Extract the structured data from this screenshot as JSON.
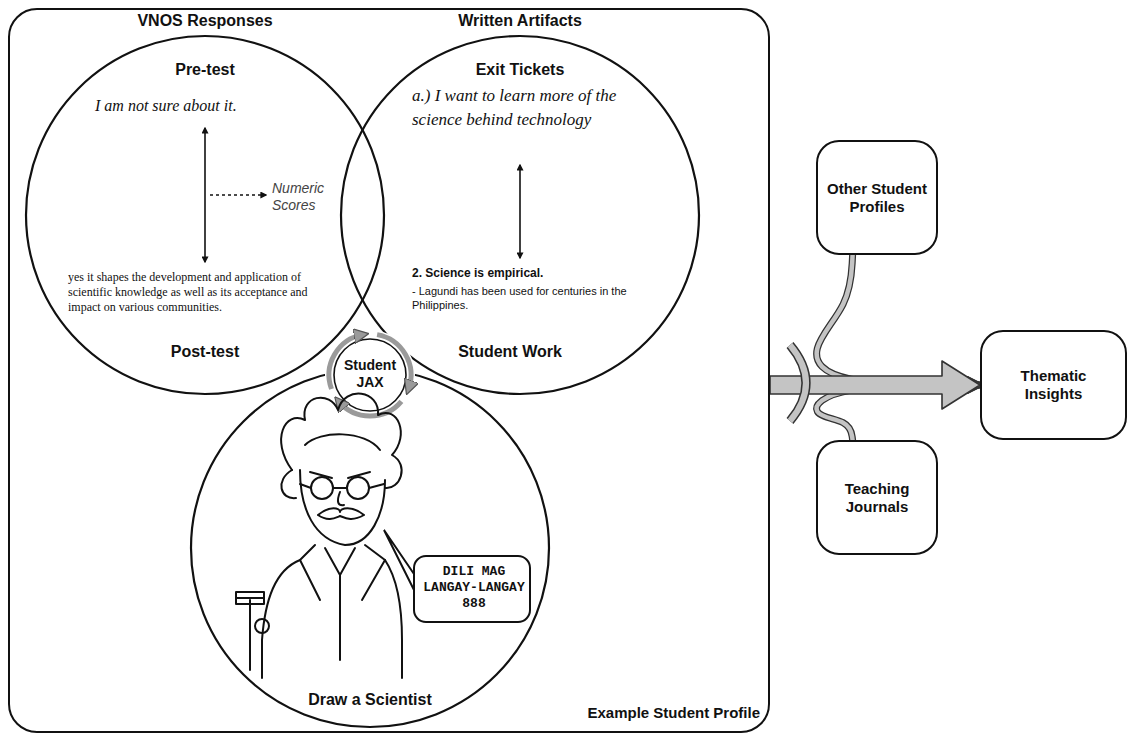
{
  "diagram": {
    "nodes": [
      {
        "text": [
          "Example Student Profile"
        ]
      },
      {
        "text": [
          "VNOS Responses",
          "Pre-test",
          "Post-test"
        ],
        "in": 0
      },
      {
        "text": [
          "Written Artifacts",
          "Exit Tickets",
          "Student Work"
        ],
        "in": 0
      },
      {
        "text": [
          "Draw a Scientist"
        ],
        "in": 0
      },
      {
        "text": [
          "Student JAX"
        ],
        "in": 0
      },
      {
        "text": [
          "Other Student Profiles"
        ]
      },
      {
        "text": [
          "Thematic Insights"
        ]
      },
      {
        "text": [
          "Teaching Journals"
        ]
      }
    ],
    "edges": [
      {
        "from": 0,
        "to": 6,
        "arrow": "to"
      },
      {
        "from": 5,
        "to": 6,
        "arrow": "to"
      },
      {
        "from": 7,
        "to": 6,
        "arrow": "to"
      }
    ],
    "labels": [
      "I am not sure about it.",
      "Numeric Scores",
      "yes it shapes the development and application of scientific knowledge as well as its acceptance and impact on various communities.",
      "a.) I want to learn more of the science behind technology",
      "2. Science is empirical.",
      "- Lagundi has been used for centuries in the Philippines.",
      "DILI MAG LANGAY-LANGAY 888"
    ]
  }
}
